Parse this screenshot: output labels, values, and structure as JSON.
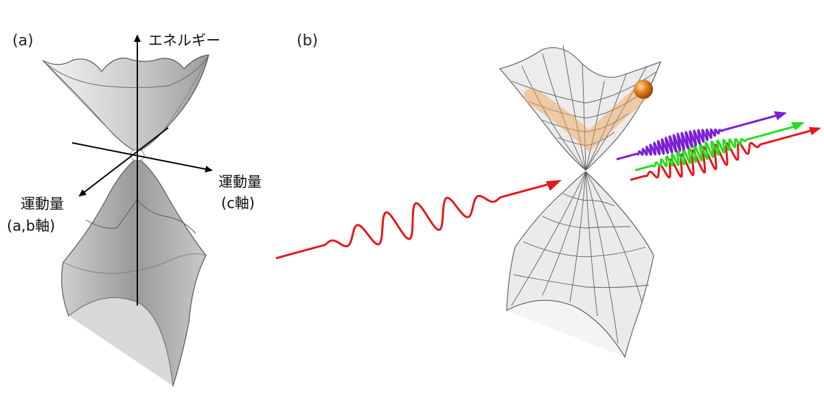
{
  "panel_a": {
    "label": "(a)",
    "energy_axis_label": "エネルギー",
    "momentum_c_label_line1": "運動量",
    "momentum_c_label_line2": "(c軸)",
    "momentum_ab_label_line1": "運動量",
    "momentum_ab_label_line2": "(a,b軸)"
  },
  "panel_b": {
    "label": "(b)"
  },
  "colors": {
    "incident_pulse": "#e8141c",
    "emission_violet": "#7a1fd6",
    "emission_green": "#22e01b",
    "emission_red": "#e8141c",
    "electron": "#e07a10",
    "surface_fill": "#e4e4e4",
    "surface_shade": "#a9a9a9",
    "mesh_line": "#5a5a5a"
  }
}
